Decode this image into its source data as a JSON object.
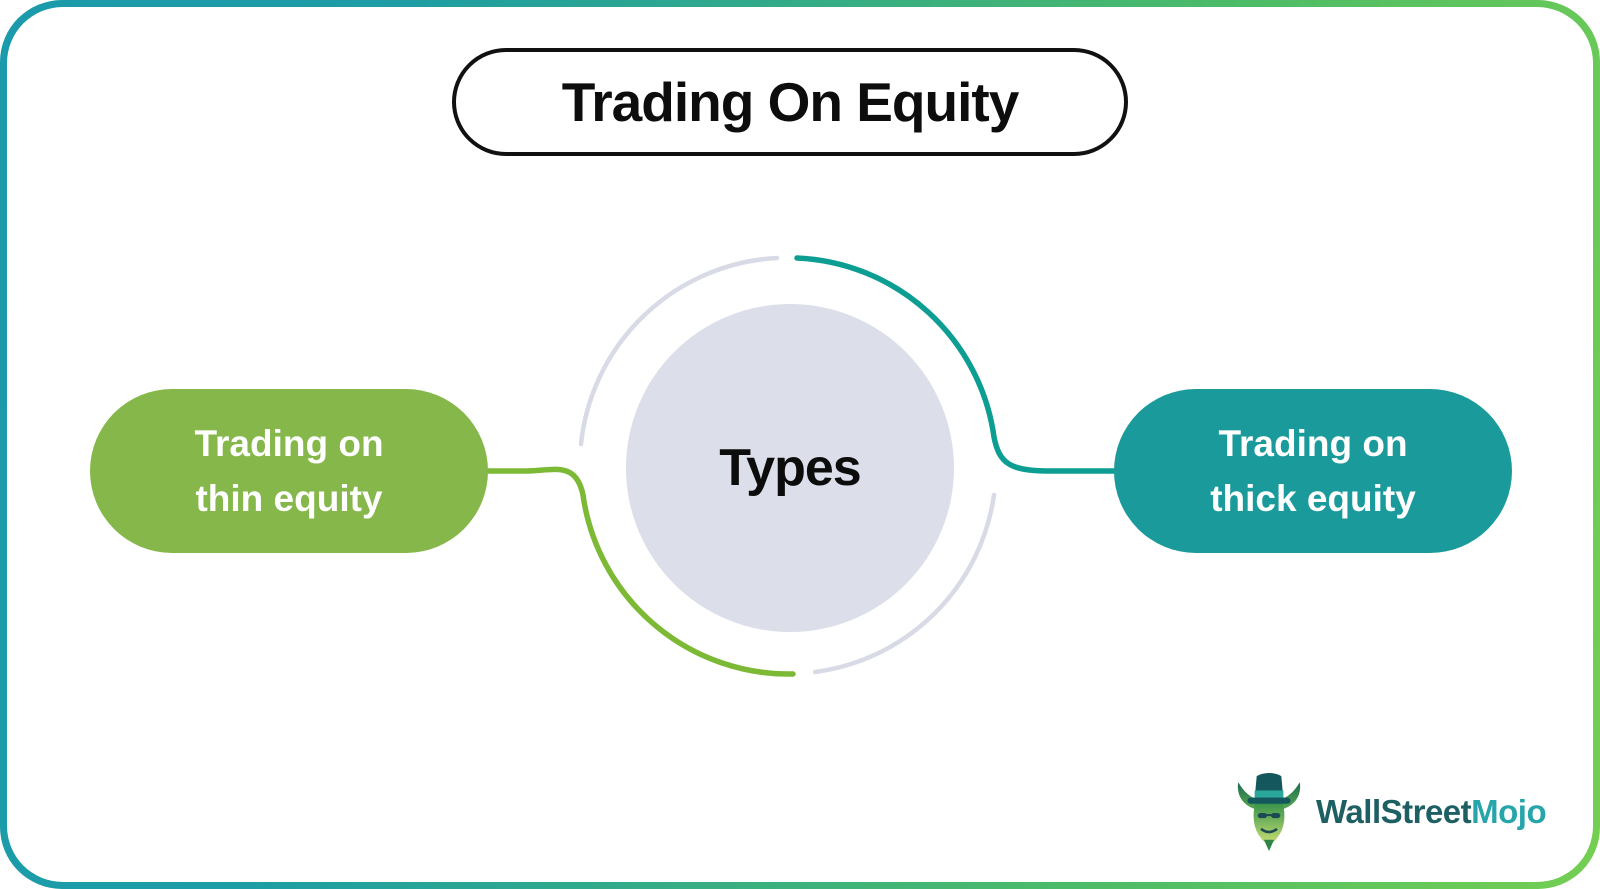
{
  "header": {
    "title": "Trading On Equity"
  },
  "diagram": {
    "center_label": "Types",
    "nodes": [
      {
        "id": "thin-equity",
        "label": "Trading on thin equity",
        "line1": "Trading on",
        "line2": "thin equity",
        "color": "#85b74a",
        "side": "left"
      },
      {
        "id": "thick-equity",
        "label": "Trading on thick equity",
        "line1": "Trading on",
        "line2": "thick equity",
        "color": "#1b9a9b",
        "side": "right"
      }
    ]
  },
  "branding": {
    "logo_text_primary": "WallStreet",
    "logo_text_secondary": "Mojo",
    "mascot": "bull-with-top-hat"
  },
  "colors": {
    "green_node": "#85b74a",
    "green_line": "#7cb935",
    "teal_node": "#1b9a9b",
    "teal_line": "#0d9e93",
    "circle_fill": "#dcdfe9",
    "ring_gray": "#d8dbe6",
    "border_gradient_start": "#1b9aab",
    "border_gradient_end": "#74cf52",
    "title_text": "#0d0d0d",
    "logo_primary": "#1e5f63",
    "logo_secondary": "#26a5ab"
  }
}
